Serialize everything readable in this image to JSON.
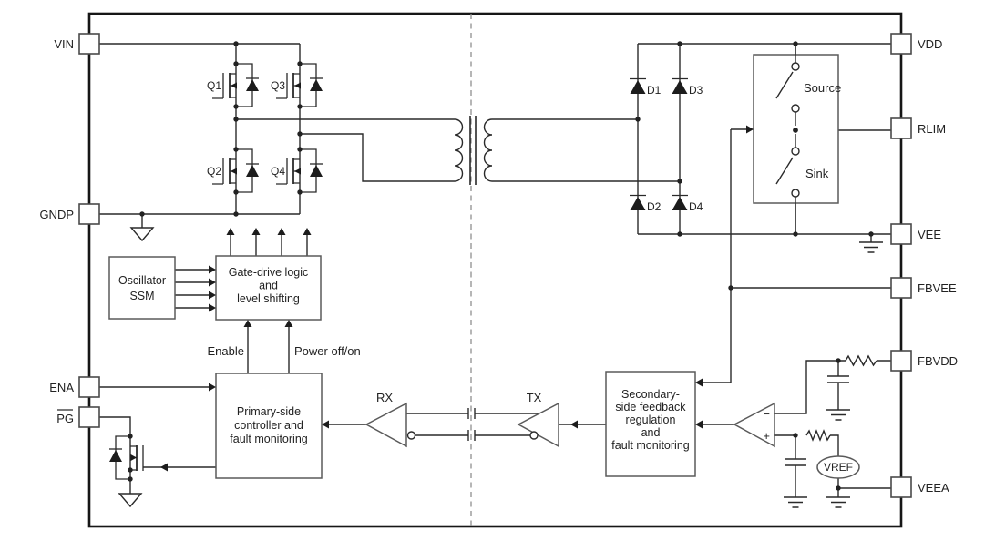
{
  "pins": {
    "left": [
      {
        "label": "VIN"
      },
      {
        "label": "GNDP"
      },
      {
        "label": "ENA"
      },
      {
        "label": "PG"
      }
    ],
    "right": [
      {
        "label": "VDD"
      },
      {
        "label": "RLIM"
      },
      {
        "label": "VEE"
      },
      {
        "label": "FBVEE"
      },
      {
        "label": "FBVDD"
      },
      {
        "label": "VEEA"
      }
    ]
  },
  "transistors": {
    "q1": "Q1",
    "q2": "Q2",
    "q3": "Q3",
    "q4": "Q4"
  },
  "diodes": {
    "d1": "D1",
    "d2": "D2",
    "d3": "D3",
    "d4": "D4"
  },
  "blocks": {
    "oscillator": {
      "lines": [
        "Oscillator",
        "SSM"
      ]
    },
    "gate_drive": {
      "lines": [
        "Gate-drive logic",
        "and",
        "level shifting"
      ]
    },
    "primary": {
      "lines": [
        "Primary-side",
        "controller and",
        "fault monitoring"
      ]
    },
    "secondary": {
      "lines": [
        "Secondary-",
        "side feedback",
        "regulation",
        "and",
        "fault monitoring"
      ]
    }
  },
  "current_limit_switch": {
    "source": "Source",
    "sink": "Sink"
  },
  "signals": {
    "enable": "Enable",
    "power": "Power off/on",
    "rx": "RX",
    "tx": "TX"
  },
  "error_amp": {
    "inverting": "−",
    "noninverting": "+"
  },
  "reference": {
    "vref": "VREF"
  },
  "colors": {
    "wire": "#2a2a2a",
    "block_border": "#5a5a5a",
    "outer_border": "#161616",
    "isolation_line": "#8f8f8f",
    "background": "#ffffff",
    "text": "#222222"
  }
}
